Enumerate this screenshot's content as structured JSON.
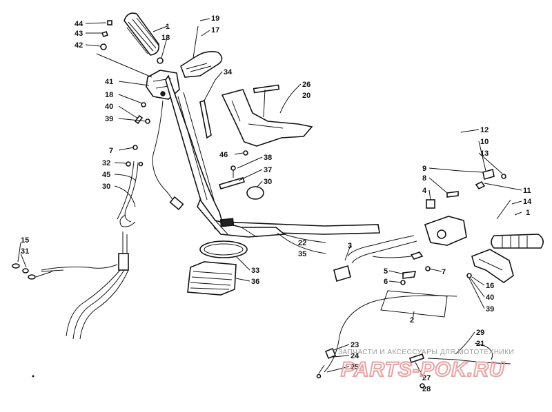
{
  "diagram": {
    "labels": {
      "l44": "44",
      "l43": "43",
      "l42": "42",
      "l1a": "1",
      "l18a": "18",
      "l19": "19",
      "l17": "17",
      "l34": "34",
      "l41": "41",
      "l18b": "18",
      "l40a": "40",
      "l39a": "39",
      "l26": "26",
      "l20": "20",
      "l46": "46",
      "l7a": "7",
      "l32": "32",
      "l45": "45",
      "l30a": "30",
      "l38": "38",
      "l37": "37",
      "l30b": "30",
      "l15": "15",
      "l31": "31",
      "l12": "12",
      "l10": "10",
      "l13": "13",
      "l9": "9",
      "l8": "8",
      "l4": "4",
      "l11": "11",
      "l14": "14",
      "l1b": "1",
      "l22": "22",
      "l35": "35",
      "l3": "3",
      "l33": "33",
      "l36": "36",
      "l5": "5",
      "l6": "6",
      "l7b": "7",
      "l16": "16",
      "l40b": "40",
      "l39b": "39",
      "l2": "2",
      "l23": "23",
      "l24": "24",
      "l25": "25",
      "l29": "29",
      "l21": "21",
      "l27": "27",
      "l28": "28"
    }
  },
  "watermark": {
    "caption": "ЗАПЧАСТИ И АКСЕССУАРЫ ДЛЯ МОТОТЕХНИКИ",
    "logo": "PARTS-POK.RU"
  }
}
